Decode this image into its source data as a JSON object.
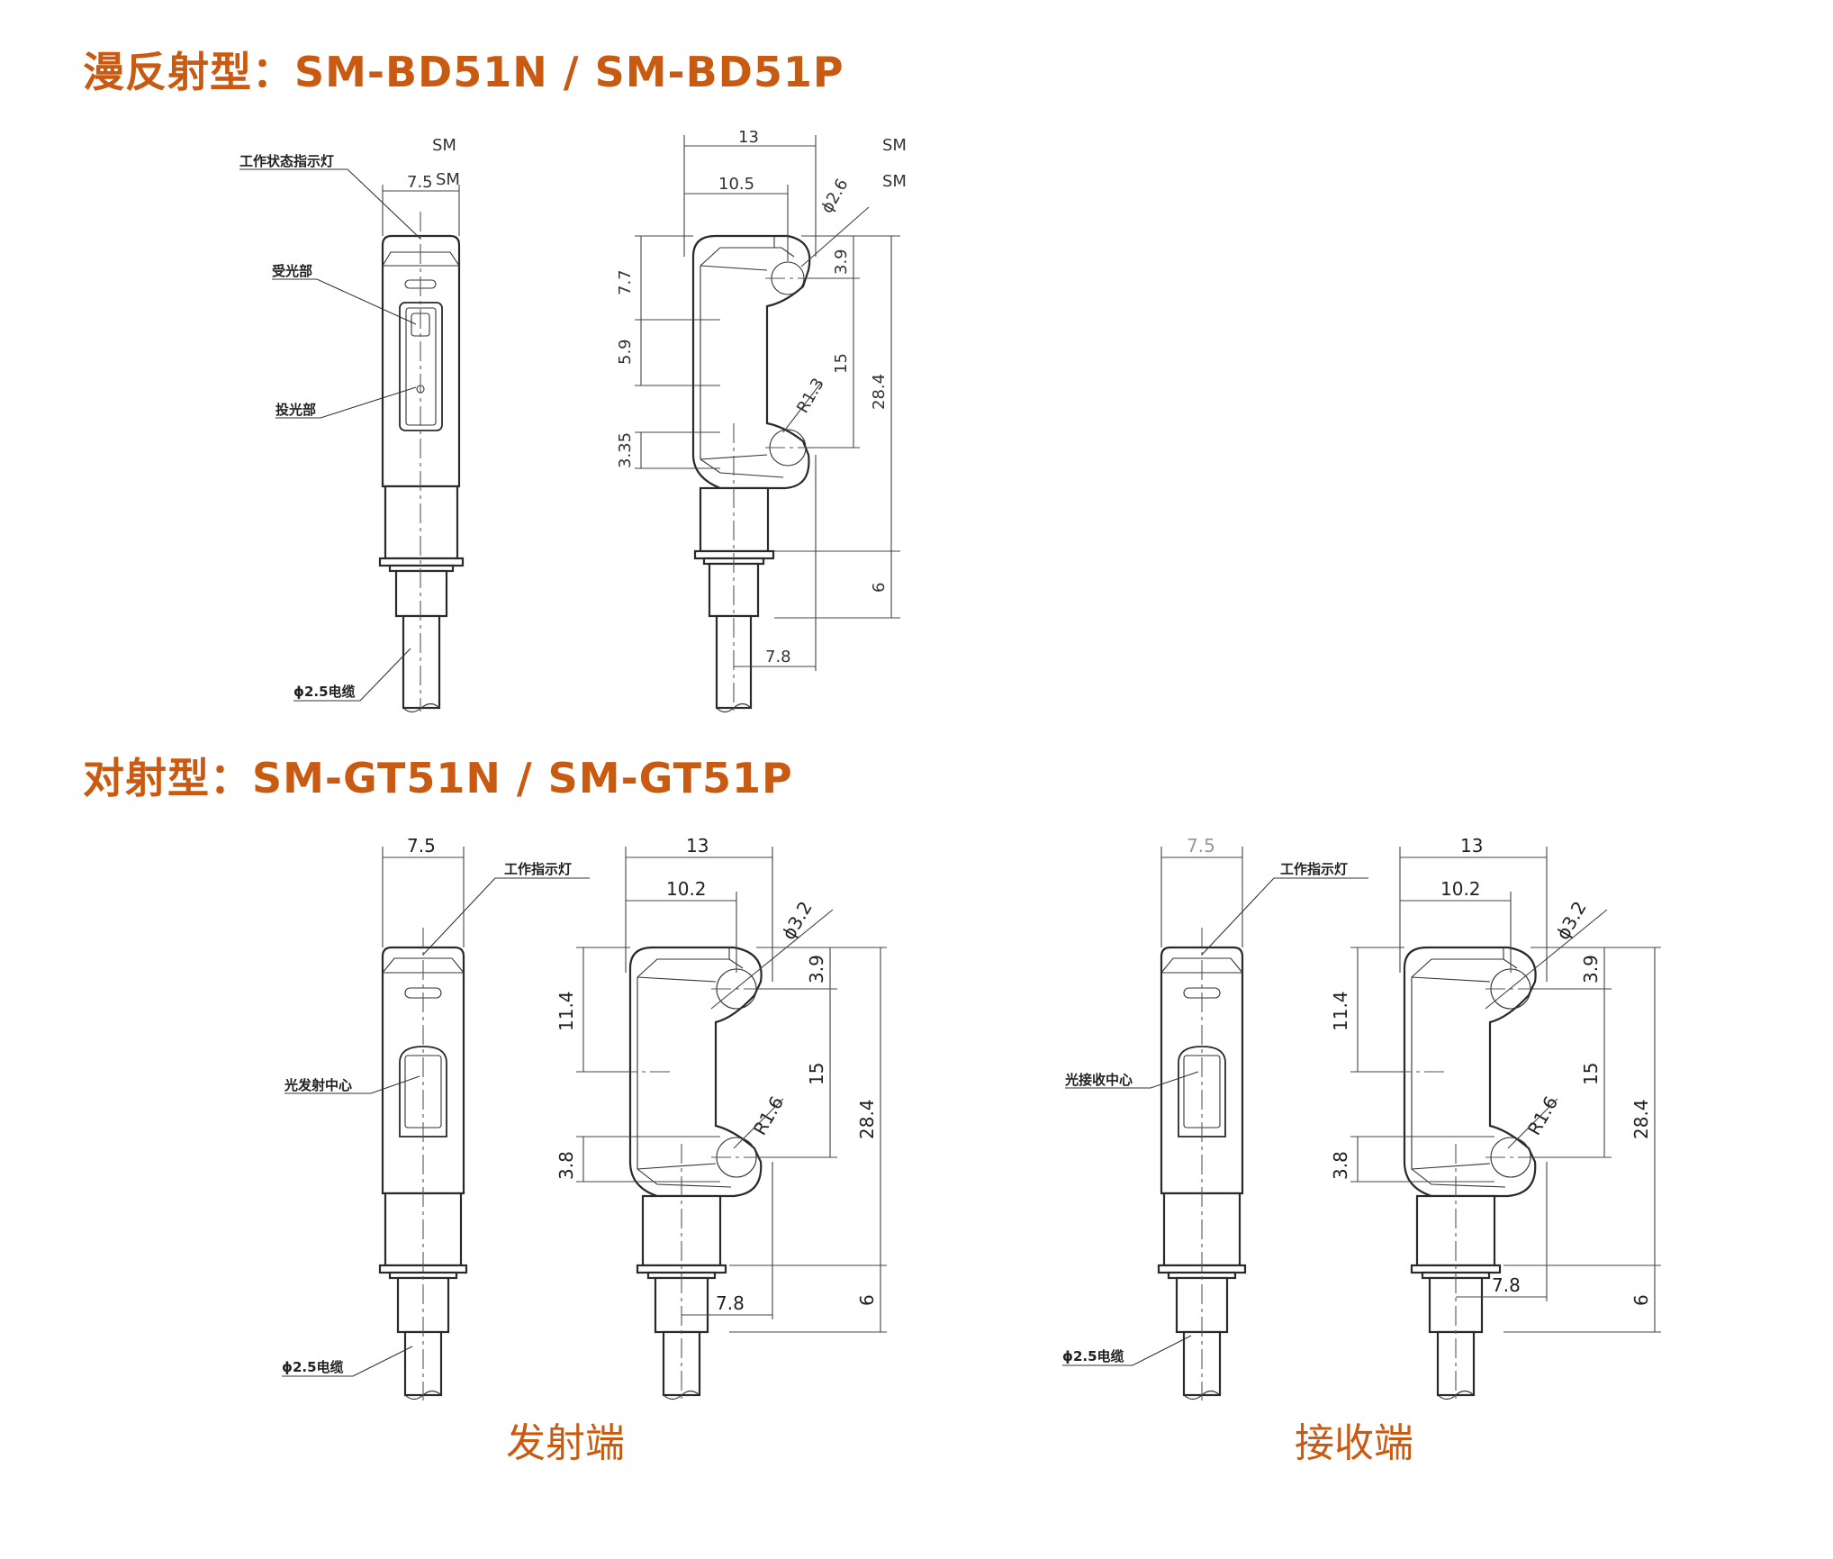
{
  "headings": {
    "diffuse": "漫反射型：SM-BD51N / SM-BD51P",
    "through_beam": "对射型：SM-GT51N / SM-GT51P"
  },
  "captions": {
    "emitter": "发射端",
    "receiver": "接收端"
  },
  "diffuse_front": {
    "model_tag_1": "SM",
    "model_tag_2": "SM",
    "label_indicator": "工作状态指示灯",
    "label_receiver": "受光部",
    "label_emitter": "投光部",
    "label_cable": "ϕ2.5电缆",
    "dim_width": "7.5"
  },
  "diffuse_side": {
    "model_tag_1": "SM",
    "model_tag_2": "SM",
    "dim_13": "13",
    "dim_10_5": "10.5",
    "dim_hole": "ϕ2.6",
    "dim_7_7": "7.7",
    "dim_3_9": "3.9",
    "dim_5_9": "5.9",
    "dim_15": "15",
    "dim_r": "R1.3",
    "dim_28_4": "28.4",
    "dim_3_35": "3.35",
    "dim_6": "6",
    "dim_7_8": "7.8"
  },
  "emitter_front": {
    "dim_width": "7.5",
    "label_indicator": "工作指示灯",
    "label_center": "光发射中心",
    "label_cable": "ϕ2.5电缆"
  },
  "emitter_side": {
    "dim_13": "13",
    "dim_10_2": "10.2",
    "dim_hole": "ϕ3.2",
    "dim_11_4": "11.4",
    "dim_3_9": "3.9",
    "dim_15": "15",
    "dim_r": "R1.6",
    "dim_28_4": "28.4",
    "dim_3_8": "3.8",
    "dim_6": "6",
    "dim_7_8": "7.8"
  },
  "receiver_front": {
    "dim_width": "7.5",
    "label_indicator": "工作指示灯",
    "label_center": "光接收中心",
    "label_cable": "ϕ2.5电缆"
  },
  "receiver_side": {
    "dim_13": "13",
    "dim_10_2": "10.2",
    "dim_hole": "ϕ3.2",
    "dim_11_4": "11.4",
    "dim_3_9": "3.9",
    "dim_15": "15",
    "dim_r": "R1.6",
    "dim_28_4": "28.4",
    "dim_3_8": "3.8",
    "dim_6": "6",
    "dim_7_8": "7.8"
  }
}
